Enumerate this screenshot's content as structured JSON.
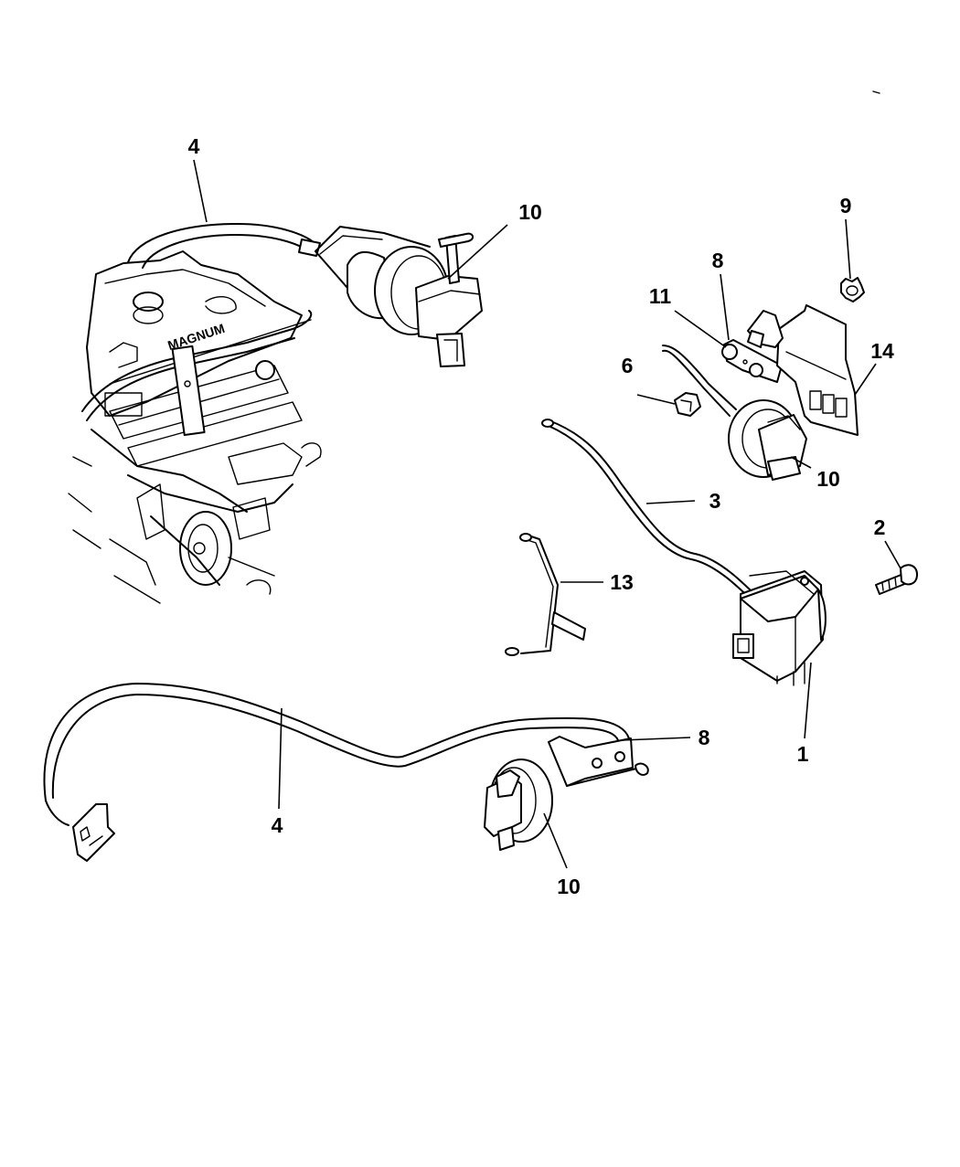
{
  "diagram": {
    "type": "exploded parts diagram",
    "subject": "speed control components",
    "callouts": [
      {
        "id": "c4a",
        "number": "4",
        "part": "cable"
      },
      {
        "id": "c10a",
        "number": "10",
        "part": "servo"
      },
      {
        "id": "c9",
        "number": "9",
        "part": "nut"
      },
      {
        "id": "c8a",
        "number": "8",
        "part": "bracket"
      },
      {
        "id": "c11",
        "number": "11",
        "part": "stud"
      },
      {
        "id": "c14",
        "number": "14",
        "part": "bracket"
      },
      {
        "id": "c6",
        "number": "6",
        "part": "nut"
      },
      {
        "id": "c10b",
        "number": "10",
        "part": "servo"
      },
      {
        "id": "c3",
        "number": "3",
        "part": "vacuum hose"
      },
      {
        "id": "c2",
        "number": "2",
        "part": "bolt"
      },
      {
        "id": "c13",
        "number": "13",
        "part": "hose"
      },
      {
        "id": "c1",
        "number": "1",
        "part": "module"
      },
      {
        "id": "c8b",
        "number": "8",
        "part": "bracket"
      },
      {
        "id": "c4b",
        "number": "4",
        "part": "cable"
      },
      {
        "id": "c10c",
        "number": "10",
        "part": "servo"
      }
    ]
  }
}
